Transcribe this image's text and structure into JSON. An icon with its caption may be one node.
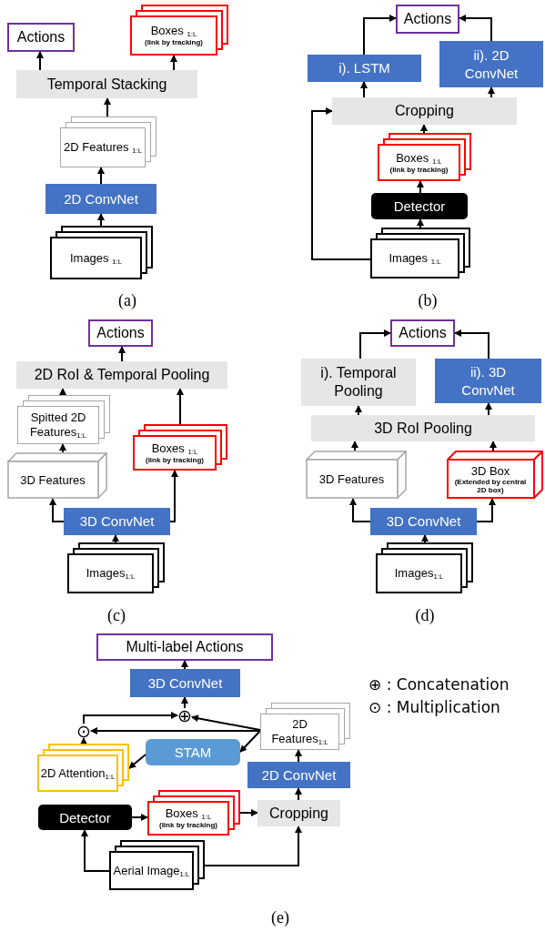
{
  "diagram": {
    "nodes": [
      {
        "text": [
          "Actions"
        ]
      },
      {
        "text": [
          "Boxes $_{1:L}$",
          "(link by tracking)"
        ]
      },
      {
        "text": [
          "Temporal Stacking"
        ]
      },
      {
        "text": [
          "2D Features $_{1:L}$"
        ]
      },
      {
        "text": [
          "2D ConvNet"
        ]
      },
      {
        "text": [
          "Images $_{1:L}$"
        ]
      },
      {
        "text": [
          "Actions"
        ]
      },
      {
        "text": [
          "i). LSTM"
        ]
      },
      {
        "text": [
          "ii). 2D ConvNet"
        ]
      },
      {
        "text": [
          "Cropping"
        ]
      },
      {
        "text": [
          "Boxes $_{1:L}$",
          "(link by tracking)"
        ]
      },
      {
        "text": [
          "Detector"
        ]
      },
      {
        "text": [
          "Images $_{1:L}$"
        ]
      },
      {
        "text": [
          "Actions"
        ]
      },
      {
        "text": [
          "2D RoI & Temporal Pooling"
        ]
      },
      {
        "text": [
          "Spitted 2D Features$_{1:L}$"
        ]
      },
      {
        "text": [
          "3D Features"
        ]
      },
      {
        "text": [
          "Boxes $_{1:L}$",
          "(link by tracking)"
        ]
      },
      {
        "text": [
          "3D ConvNet"
        ]
      },
      {
        "text": [
          "Images$_{1:L}$"
        ]
      },
      {
        "text": [
          "Actions"
        ]
      },
      {
        "text": [
          "i). Temporal Pooling"
        ]
      },
      {
        "text": [
          "ii). 3D ConvNet"
        ]
      },
      {
        "text": [
          "3D RoI Pooling"
        ]
      },
      {
        "text": [
          "3D Features"
        ]
      },
      {
        "text": [
          "3D Box",
          "(Extended by central 2D box)"
        ]
      },
      {
        "text": [
          "3D ConvNet"
        ]
      },
      {
        "text": [
          "Images$_{1:L}$"
        ]
      },
      {
        "text": [
          "Multi-label Actions"
        ]
      },
      {
        "text": [
          "3D ConvNet"
        ]
      },
      {
        "text": [
          "⊕"
        ]
      },
      {
        "text": [
          "⊙"
        ]
      },
      {
        "text": [
          "2D Features$_{1:L}$"
        ]
      },
      {
        "text": [
          "STAM"
        ]
      },
      {
        "text": [
          "2D Attention$_{1:L}$"
        ]
      },
      {
        "text": [
          "2D ConvNet"
        ]
      },
      {
        "text": [
          "Detector"
        ]
      },
      {
        "text": [
          "Boxes $_{1:L}$",
          "(link by tracking)"
        ]
      },
      {
        "text": [
          "Cropping"
        ]
      },
      {
        "text": [
          "Aerial Image$_{1:L}$"
        ]
      }
    ],
    "edges": [
      {
        "from": 5,
        "to": 4,
        "arrow": "to"
      },
      {
        "from": 4,
        "to": 3,
        "arrow": "to"
      },
      {
        "from": 3,
        "to": 2,
        "arrow": "to"
      },
      {
        "from": 2,
        "to": 0,
        "arrow": "to"
      },
      {
        "from": 2,
        "to": 1,
        "arrow": "to"
      },
      {
        "from": 12,
        "to": 11,
        "arrow": "to"
      },
      {
        "from": 11,
        "to": 10,
        "arrow": "to"
      },
      {
        "from": 10,
        "to": 9,
        "arrow": "to"
      },
      {
        "from": 12,
        "to": 9,
        "arrow": "to"
      },
      {
        "from": 9,
        "to": 7,
        "arrow": "to"
      },
      {
        "from": 9,
        "to": 8,
        "arrow": "to"
      },
      {
        "from": 7,
        "to": 6,
        "arrow": "to"
      },
      {
        "from": 8,
        "to": 6,
        "arrow": "to"
      },
      {
        "from": 19,
        "to": 18,
        "arrow": "to"
      },
      {
        "from": 18,
        "to": 16,
        "arrow": "to"
      },
      {
        "from": 18,
        "to": 17,
        "arrow": "to"
      },
      {
        "from": 16,
        "to": 15,
        "arrow": "to"
      },
      {
        "from": 15,
        "to": 14,
        "arrow": "to"
      },
      {
        "from": 17,
        "to": 14,
        "arrow": "to"
      },
      {
        "from": 14,
        "to": 13,
        "arrow": "to"
      },
      {
        "from": 27,
        "to": 26,
        "arrow": "to"
      },
      {
        "from": 26,
        "to": 24,
        "arrow": "to"
      },
      {
        "from": 26,
        "to": 25,
        "arrow": "to"
      },
      {
        "from": 24,
        "to": 23,
        "arrow": "to"
      },
      {
        "from": 25,
        "to": 23,
        "arrow": "to"
      },
      {
        "from": 23,
        "to": 21,
        "arrow": "to"
      },
      {
        "from": 23,
        "to": 22,
        "arrow": "to"
      },
      {
        "from": 21,
        "to": 20,
        "arrow": "to"
      },
      {
        "from": 22,
        "to": 20,
        "arrow": "to"
      },
      {
        "from": 39,
        "to": 36,
        "arrow": "to"
      },
      {
        "from": 39,
        "to": 38,
        "arrow": "to"
      },
      {
        "from": 36,
        "to": 37,
        "arrow": "to"
      },
      {
        "from": 37,
        "to": 38,
        "arrow": "to"
      },
      {
        "from": 38,
        "to": 35,
        "arrow": "to"
      },
      {
        "from": 35,
        "to": 32,
        "arrow": "to"
      },
      {
        "from": 32,
        "to": 30,
        "arrow": "to"
      },
      {
        "from": 32,
        "to": 31,
        "arrow": "to"
      },
      {
        "from": 32,
        "to": 33,
        "arrow": "to"
      },
      {
        "from": 33,
        "to": 34,
        "arrow": "to"
      },
      {
        "from": 34,
        "to": 31,
        "arrow": "to"
      },
      {
        "from": 31,
        "to": 30,
        "arrow": "to"
      },
      {
        "from": 30,
        "to": 29,
        "arrow": "to"
      },
      {
        "from": 29,
        "to": 28,
        "arrow": "to"
      }
    ],
    "labels": [
      "(a)",
      "(b)",
      "(c)",
      "(d)",
      "(e)"
    ],
    "legend": [
      {
        "text": "⊕ : Concatenation"
      },
      {
        "text": "⊙ : Multiplication"
      }
    ]
  }
}
